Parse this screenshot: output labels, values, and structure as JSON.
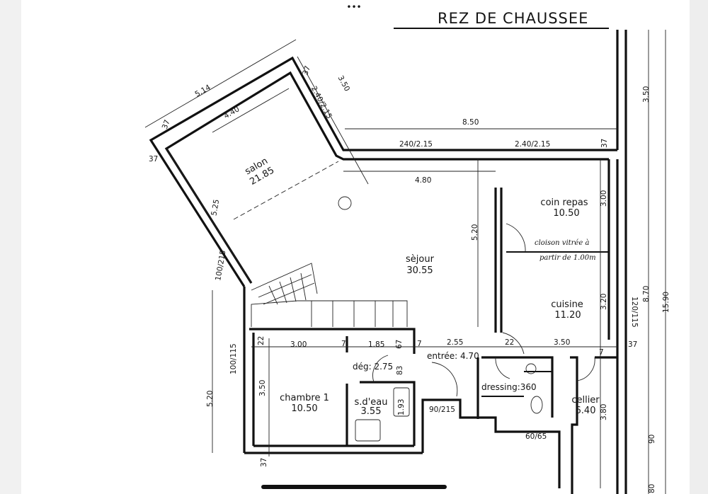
{
  "title": "REZ DE CHAUSSEE",
  "window_dots": "•••",
  "rooms": {
    "salon": {
      "name": "salon",
      "area": "21.85"
    },
    "sejour": {
      "name": "sèjour",
      "area": "30.55"
    },
    "coin_repas": {
      "name": "coin repas",
      "area": "10.50"
    },
    "cuisine": {
      "name": "cuisine",
      "area": "11.20"
    },
    "chambre": {
      "name": "chambre 1",
      "area": "10.50"
    },
    "sdeau": {
      "name": "s.d'eau",
      "area": "3.55"
    },
    "deg": "dég: 2.75",
    "entree": "entrée: 4.70",
    "dressing": "dressing:360",
    "cellier": {
      "name": "cellier",
      "area": "6.40"
    }
  },
  "note": {
    "line1": "cloison vitrée à",
    "line2": "partir de 1.00m"
  },
  "dims": {
    "salon_outer": "5.14",
    "salon_inner": "4.40",
    "salon_37a": "37",
    "salon_37b": "37",
    "salon_37c": "37",
    "salon_window_right": "2.40/2.15",
    "salon_side": "3.50",
    "salon_depth": "5.25",
    "salon_window_left": "100/215",
    "total_width": "8.50",
    "window_1": "240/2.15",
    "window_2": "2.40/2.15",
    "top_37": "37",
    "sejour_width": "4.80",
    "sejour_depth": "5.20",
    "coin_repas_depth": "3.00",
    "cuisine_depth": "3.20",
    "cuisine_window": "120/115",
    "right_870": "8.70",
    "right_1590": "15.90",
    "right_350": "3.50",
    "entree_width": "2.55",
    "entree_22": "22",
    "cuisine_width": "3.50",
    "cuisine_7": "7",
    "right_37": "37",
    "chambre_width": "3.00",
    "chambre_7": "7",
    "deg_width": "1.85",
    "deg_67": "67",
    "deg_7": "7",
    "door_83": "83",
    "sdeau_193": "1.93",
    "entry_door": "90/215",
    "wc_door": "60/65",
    "cellier_depth": "3.80",
    "right_90": "90",
    "right_80": "80",
    "left_520": "5.20",
    "left_window": "100/115",
    "chambre_depth": "3.50",
    "left_22": "22",
    "bottom_37": "37"
  }
}
